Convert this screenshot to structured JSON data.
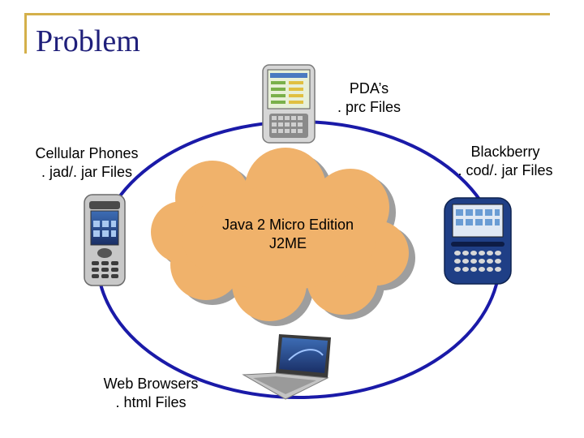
{
  "slide": {
    "title": "Problem",
    "accent_color": "#d4b04a",
    "title_color": "#1f1f7a",
    "ring_color": "#1a1aa8",
    "cloud_color": "#f0b26b"
  },
  "center": {
    "line1": "Java 2 Micro Edition",
    "line2": "J2ME"
  },
  "devices": {
    "pda": {
      "line1": "PDA’s",
      "line2": ". prc Files",
      "icon": "pda-icon"
    },
    "cellular": {
      "line1": "Cellular Phones",
      "line2": ". jad/. jar Files",
      "icon": "cell-phone-icon"
    },
    "blackberry": {
      "line1": "Blackberry",
      "line2": ". cod/. jar Files",
      "icon": "blackberry-icon"
    },
    "web": {
      "line1": "Web Browsers",
      "line2": ". html Files",
      "icon": "laptop-icon"
    }
  }
}
